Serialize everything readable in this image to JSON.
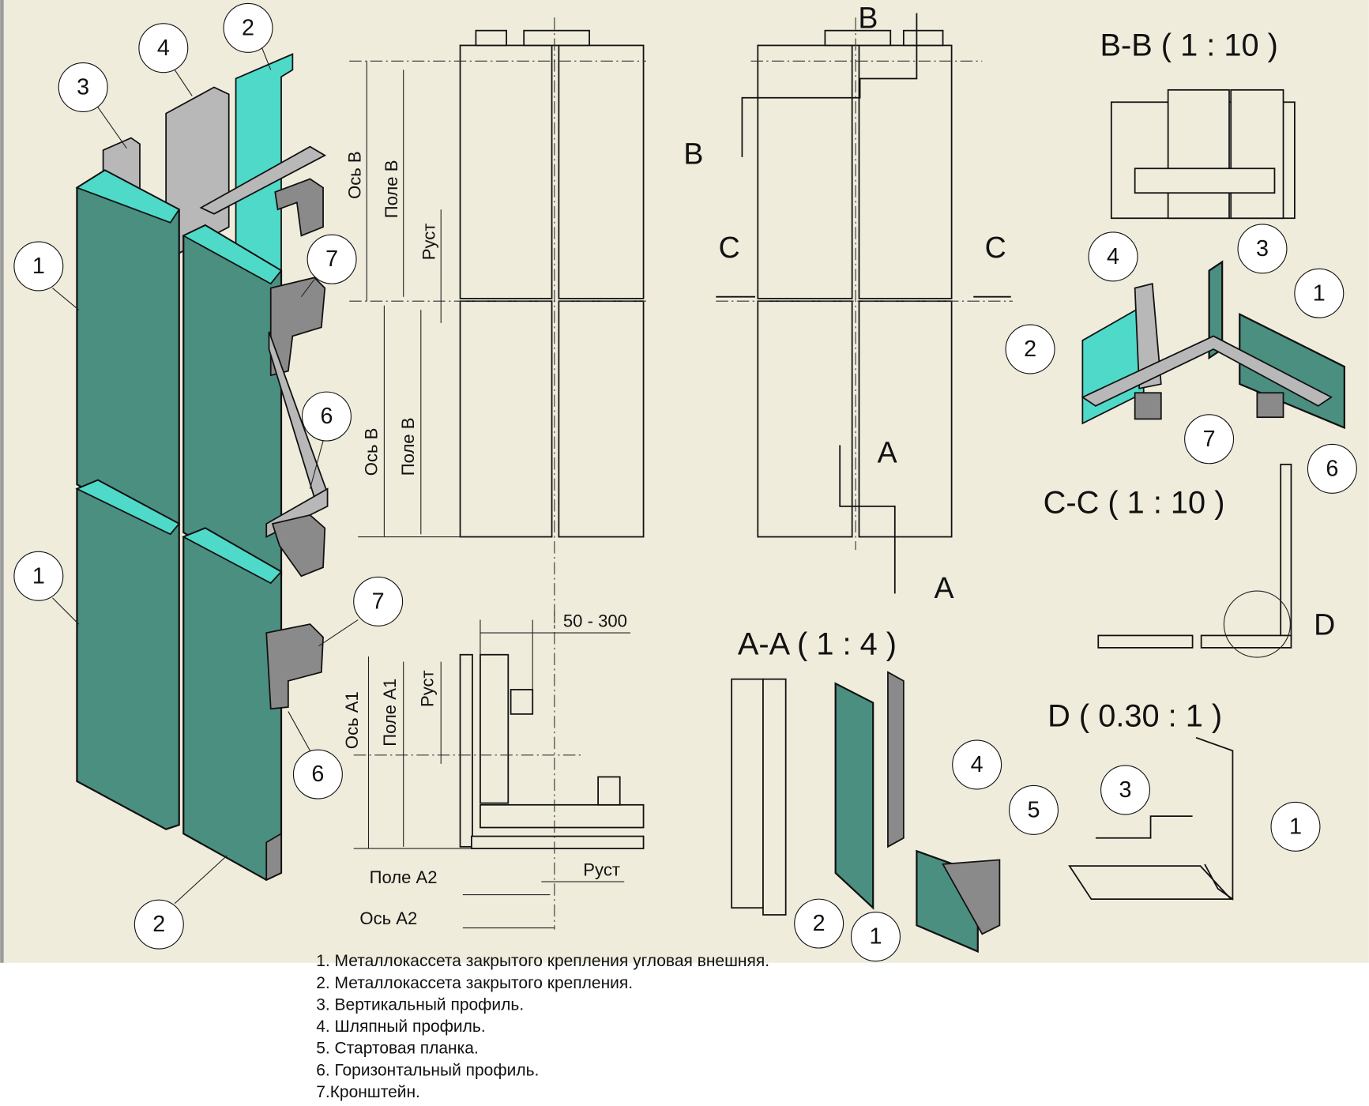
{
  "colors": {
    "background": "#efecdc",
    "panel_dark": "#4a8f80",
    "panel_light": "#4fd9c8",
    "profile": "#b8b8b8"
  },
  "callouts": {
    "iso": [
      "2",
      "4",
      "3",
      "1",
      "7",
      "6",
      "1",
      "7",
      "6",
      "2"
    ],
    "bb": [
      "4",
      "3",
      "1",
      "2",
      "7",
      "6"
    ],
    "aa": [
      "4",
      "5",
      "2",
      "1"
    ],
    "d": [
      "3",
      "1"
    ]
  },
  "elevation_left": {
    "os_b_top": "Ось В",
    "pole_b_top": "Поле В",
    "rust_top": "Руст",
    "os_b_bottom": "Ось В",
    "pole_b_bottom": "Поле В"
  },
  "elevation_right": {
    "section_b": "B",
    "section_b2": "B",
    "section_c_left": "C",
    "section_c_right": "C",
    "section_a": "A",
    "section_a2": "A"
  },
  "plan": {
    "dim_range": "50 - 300",
    "os_a1": "Ось A1",
    "pole_a1": "Поле A1",
    "rust_vertical": "Руст",
    "pole_a2": "Поле A2",
    "rust_horizontal": "Руст",
    "os_a2": "Ось A2"
  },
  "titles": {
    "bb": "B-B  ( 1 : 10 )",
    "cc": "C-C  ( 1 : 10 )",
    "aa": "A-A  ( 1 : 4 )",
    "d": "D  ( 0.30 : 1 )",
    "detail_d_marker": "D"
  },
  "legend": [
    "1. Металлокассета закрытого крепления угловая внешняя.",
    "2. Металлокассета закрытого крепления.",
    "3. Вертикальный профиль.",
    "4. Шляпный профиль.",
    "5. Стартовая планка.",
    "6. Горизонтальный профиль.",
    "7.Кронштейн."
  ]
}
